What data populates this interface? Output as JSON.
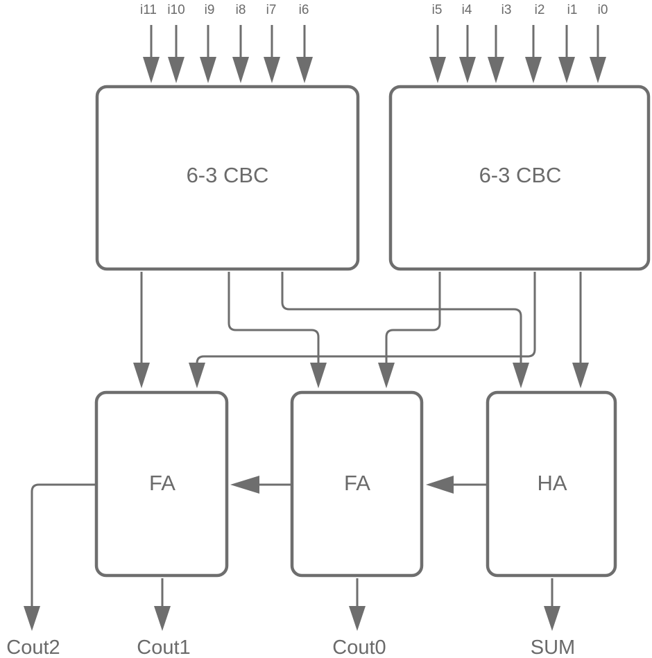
{
  "diagram": {
    "inputs_left": [
      "i11",
      "i10",
      "i9",
      "i8",
      "i7",
      "i6"
    ],
    "inputs_right": [
      "i5",
      "i4",
      "i3",
      "i2",
      "i1",
      "i0"
    ],
    "blocks": {
      "cbc_left": "6-3 CBC",
      "cbc_right": "6-3 CBC",
      "fa_left": "FA",
      "fa_middle": "FA",
      "ha": "HA"
    },
    "outputs": {
      "cout2": "Cout2",
      "cout1": "Cout1",
      "cout0": "Cout0",
      "sum": "SUM"
    },
    "colors": {
      "stroke": "#6e6e6e",
      "text": "#6a6a6a",
      "background": "#ffffff"
    }
  }
}
